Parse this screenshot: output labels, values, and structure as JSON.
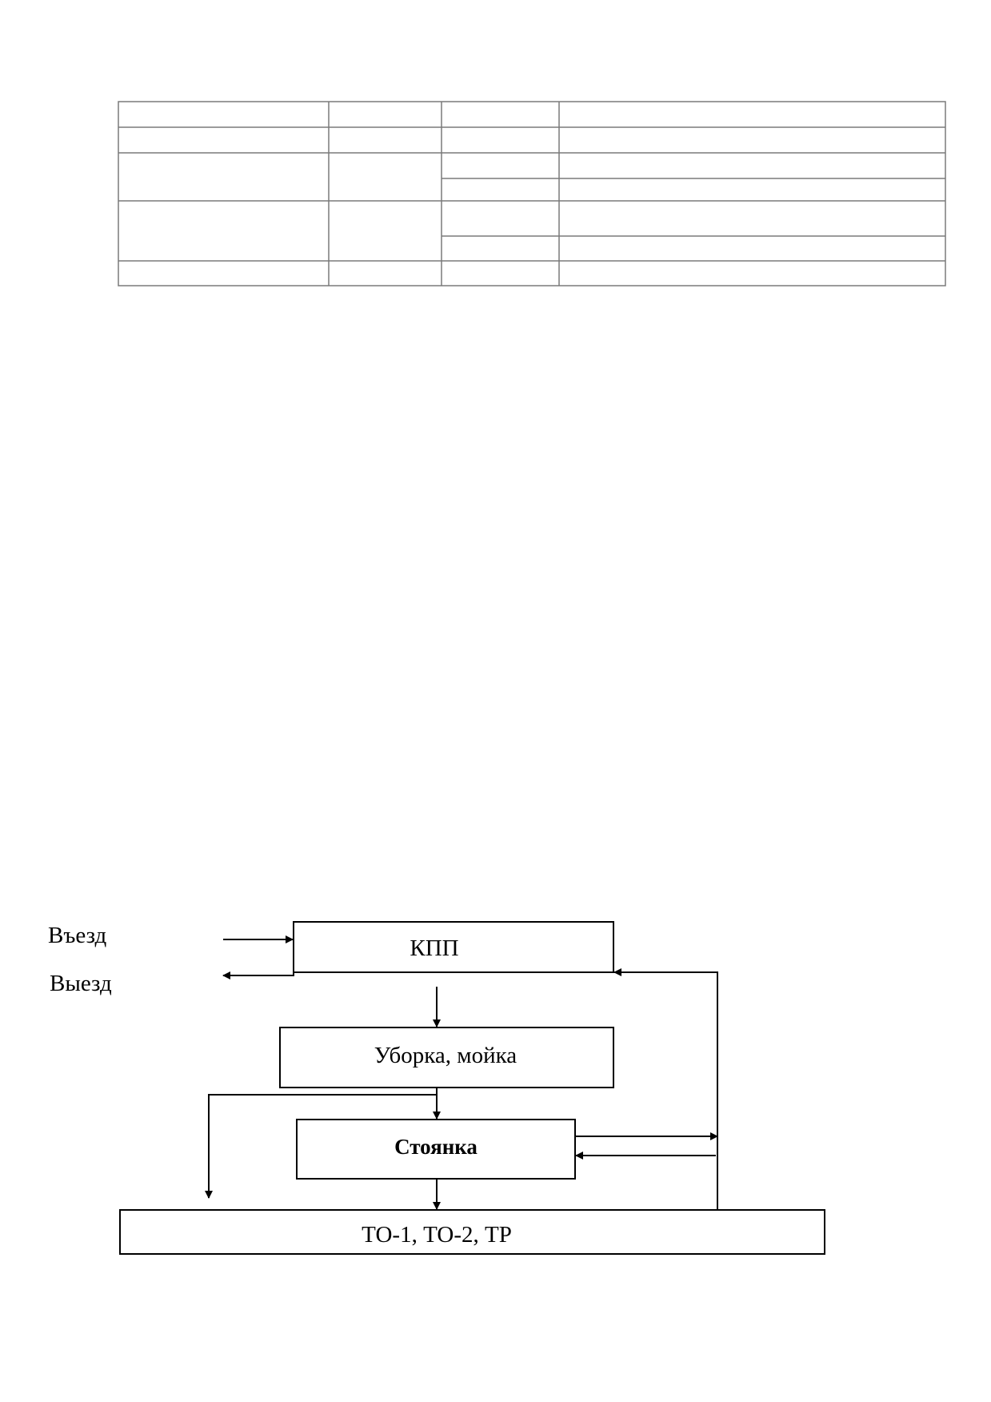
{
  "table": {
    "rows": 7,
    "columns": 4,
    "cells_empty": true
  },
  "flow": {
    "entry_label": "Въезд",
    "exit_label": "Выезд",
    "checkpoint_label": "КПП",
    "washing_label": "Уборка, мойка",
    "parking_label": "Стоянка",
    "maintenance_label": "ТО-1, ТО-2, ТР"
  },
  "colors": {
    "line": "#000000",
    "table_border": "#7a7a7a",
    "background": "#ffffff"
  }
}
